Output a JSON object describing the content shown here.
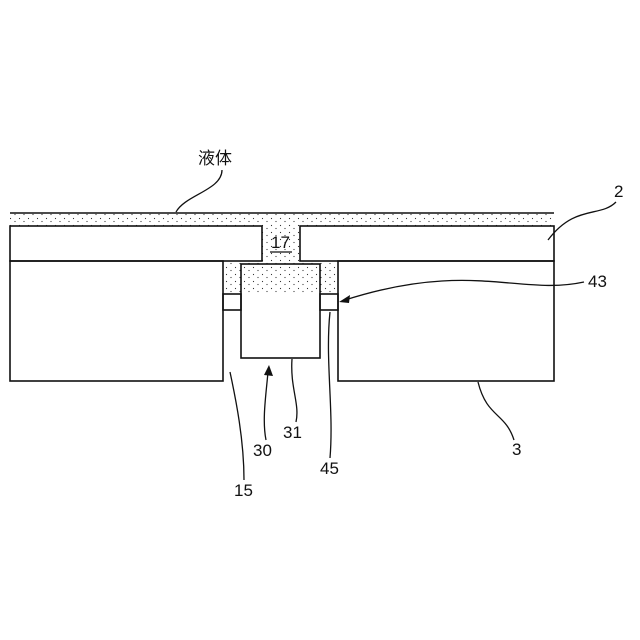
{
  "figure": {
    "labels": {
      "liquid": "液体",
      "cover_plate": "2",
      "base_plate": "3",
      "opening": "17",
      "gap_left": "15",
      "member": "30",
      "member_body": "31",
      "seal_upper": "43",
      "seal_lower": "45"
    },
    "colors": {
      "line": "#111111",
      "background": "#ffffff"
    }
  }
}
